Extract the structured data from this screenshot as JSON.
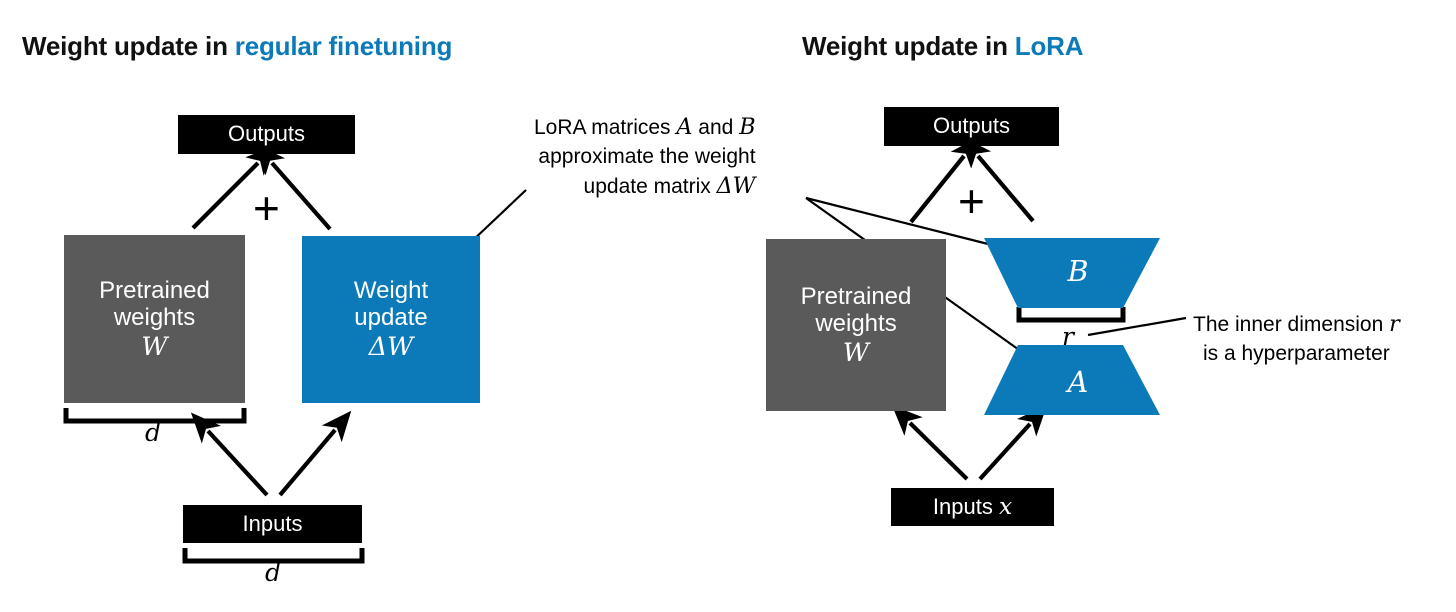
{
  "meta": {
    "figure_kind": "diagram",
    "background": "#ffffff",
    "accent_blue": "#0c7ab8",
    "gray": "#5a5a5a",
    "black": "#000000"
  },
  "left_panel": {
    "title_prefix": "Weight update in ",
    "title_accent": "regular finetuning",
    "outputs_label": "Outputs",
    "pretrained_line1": "Pretrained",
    "pretrained_line2": "weights",
    "pretrained_symbol": "W",
    "weight_update_line1": "Weight",
    "weight_update_line2": "update",
    "weight_update_symbol": "ΔW",
    "inputs_label": "Inputs",
    "operator": "+",
    "dim_weights": "d",
    "dim_inputs": "d"
  },
  "right_panel": {
    "title_prefix": "Weight update in ",
    "title_accent": "LoRA",
    "outputs_label": "Outputs",
    "pretrained_line1": "Pretrained",
    "pretrained_line2": "weights",
    "pretrained_symbol": "W",
    "inputs_label_prefix": "Inputs ",
    "inputs_symbol": "x",
    "operator": "+",
    "matrix_b": "B",
    "matrix_a": "A",
    "dim_r": "r"
  },
  "annotations": {
    "lora_note": {
      "line1_a": "LoRA matrices ",
      "line1_A": "A",
      "line1_b": " and ",
      "line1_B": "B",
      "line2": "approximate the weight",
      "line3_a": "update matrix ",
      "line3_sym": "ΔW"
    },
    "rank_note": {
      "line1_a": "The inner dimension ",
      "line1_sym": "r",
      "line2": "is a hyperparameter"
    }
  }
}
